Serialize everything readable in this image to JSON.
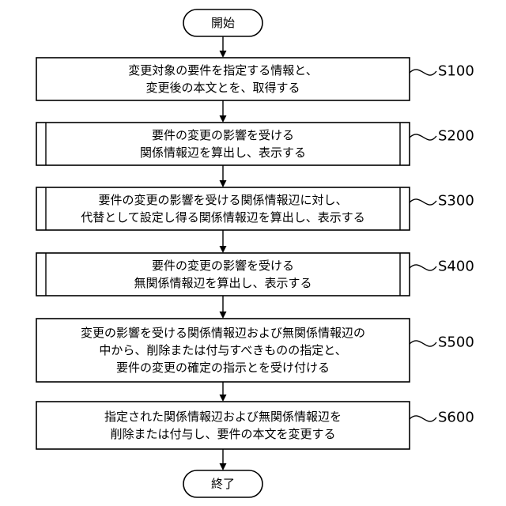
{
  "start_label": "開始",
  "end_label": "終了",
  "steps": [
    {
      "id": "S100",
      "predefined": false,
      "lines": [
        "変更対象の要件を指定する情報と、",
        "変更後の本文とを、取得する"
      ]
    },
    {
      "id": "S200",
      "predefined": true,
      "lines": [
        "要件の変更の影響を受ける",
        "関係情報辺を算出し、表示する"
      ]
    },
    {
      "id": "S300",
      "predefined": true,
      "lines": [
        "要件の変更の影響を受ける関係情報辺に対し、",
        "代替として設定し得る関係情報辺を算出し、表示する"
      ]
    },
    {
      "id": "S400",
      "predefined": true,
      "lines": [
        "要件の変更の影響を受ける",
        "無関係情報辺を算出し、表示する"
      ]
    },
    {
      "id": "S500",
      "predefined": false,
      "lines": [
        "変更の影響を受ける関係情報辺および無関係情報辺の",
        "中から、削除または付与すべきものの指定と、",
        "要件の変更の確定の指示とを受け付ける"
      ]
    },
    {
      "id": "S600",
      "predefined": false,
      "lines": [
        "指定された関係情報辺および無関係情報辺を",
        "削除または付与し、要件の本文を変更する"
      ]
    }
  ]
}
